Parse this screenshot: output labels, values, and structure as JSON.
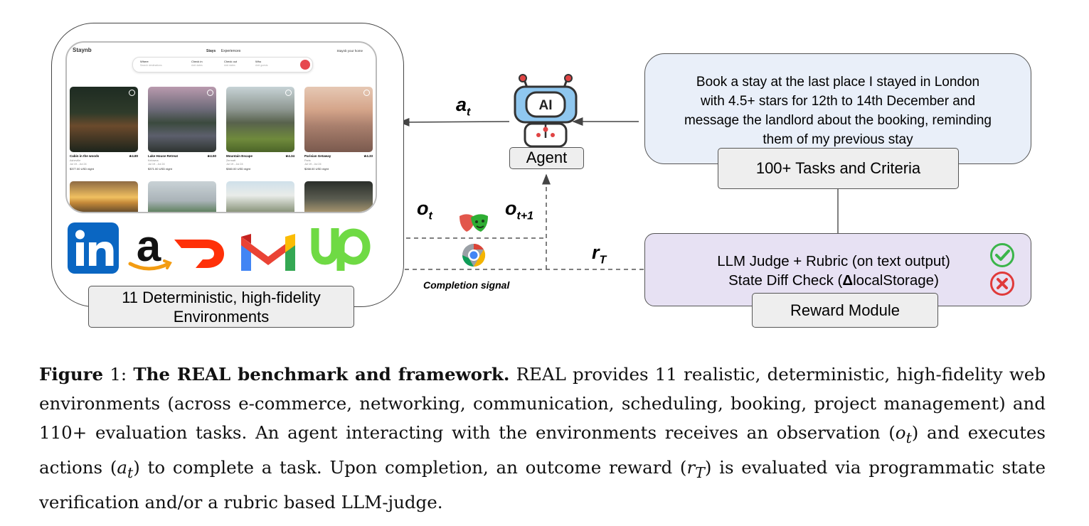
{
  "environment_panel": {
    "label_line1": "11 Deterministic, high-fidelity",
    "label_line2": "Environments",
    "screenshot": {
      "logo": "Staynb",
      "nav": [
        "Stays",
        "Experiences"
      ],
      "right_link": "Staynb your home",
      "search_fields": [
        {
          "label": "Where",
          "placeholder": "Search destinations"
        },
        {
          "label": "Check in",
          "placeholder": "Add dates"
        },
        {
          "label": "Check out",
          "placeholder": "Add dates"
        },
        {
          "label": "Who",
          "placeholder": "Add guests"
        }
      ],
      "listings": [
        {
          "title": "Cabin in the woods",
          "rating": "★4.80",
          "location": "Asheville",
          "dates": "Jul 19 - Jul 24",
          "price": "$377.00 USD night"
        },
        {
          "title": "Lake House Retreat",
          "rating": "★4.50",
          "location": "Kelowna",
          "dates": "Jul 19 - Jul 24",
          "price": "$371.00 USD night"
        },
        {
          "title": "Mountain Escape",
          "rating": "★4.34",
          "location": "Zermatt",
          "dates": "Jul 19 - Jul 24",
          "price": "$360.00 USD night"
        },
        {
          "title": "Parisian Getaway",
          "rating": "★4.33",
          "location": "Paris",
          "dates": "Jul 19 - Jul 24",
          "price": "$268.00 USD night"
        }
      ]
    },
    "logos": [
      "linkedin-logo",
      "amazon-logo",
      "doordash-logo",
      "gmail-logo",
      "upwork-logo"
    ]
  },
  "agent": {
    "label": "Agent",
    "icon_text": "AI"
  },
  "arrows": {
    "action": {
      "symbol": "a",
      "sub": "t"
    },
    "obs": {
      "symbol": "o",
      "sub": "t"
    },
    "obs_next": {
      "symbol": "o",
      "sub": "t+1"
    },
    "reward": {
      "symbol": "r",
      "sub": "T"
    },
    "completion": "Completion signal"
  },
  "task": {
    "text_lines": [
      "Book a stay at the last place  I stayed in London",
      "with 4.5+ stars for 12th to 14th December and",
      "message the landlord about the booking, reminding",
      "them of my previous stay"
    ],
    "label": "100+ Tasks and Criteria"
  },
  "reward": {
    "line1": "LLM Judge + Rubric (on text output)",
    "line2_prefix": "State Diff Check (",
    "line2_delta": "Δ",
    "line2_suffix": "localStorage)",
    "label": "Reward Module"
  },
  "caption": {
    "figure_label": "Figure",
    "figure_number": "1:",
    "title": "The REAL benchmark and framework.",
    "text1": "REAL provides 11 realistic, deterministic, high-fidelity web environments (across e-commerce, networking, communication, scheduling, booking, project management) and 110+ evaluation tasks. An agent interacting with the environments receives an observation (",
    "o_t": "o",
    "o_t_sub": "t",
    "text2": ") and executes actions (",
    "a_t": "a",
    "a_t_sub": "t",
    "text3": ") to complete a task. Upon completion, an outcome reward (",
    "r_T": "r",
    "r_T_sub": "T",
    "text4": ") is evaluated via programmatic state verification and/or a rubric based LLM-judge."
  }
}
